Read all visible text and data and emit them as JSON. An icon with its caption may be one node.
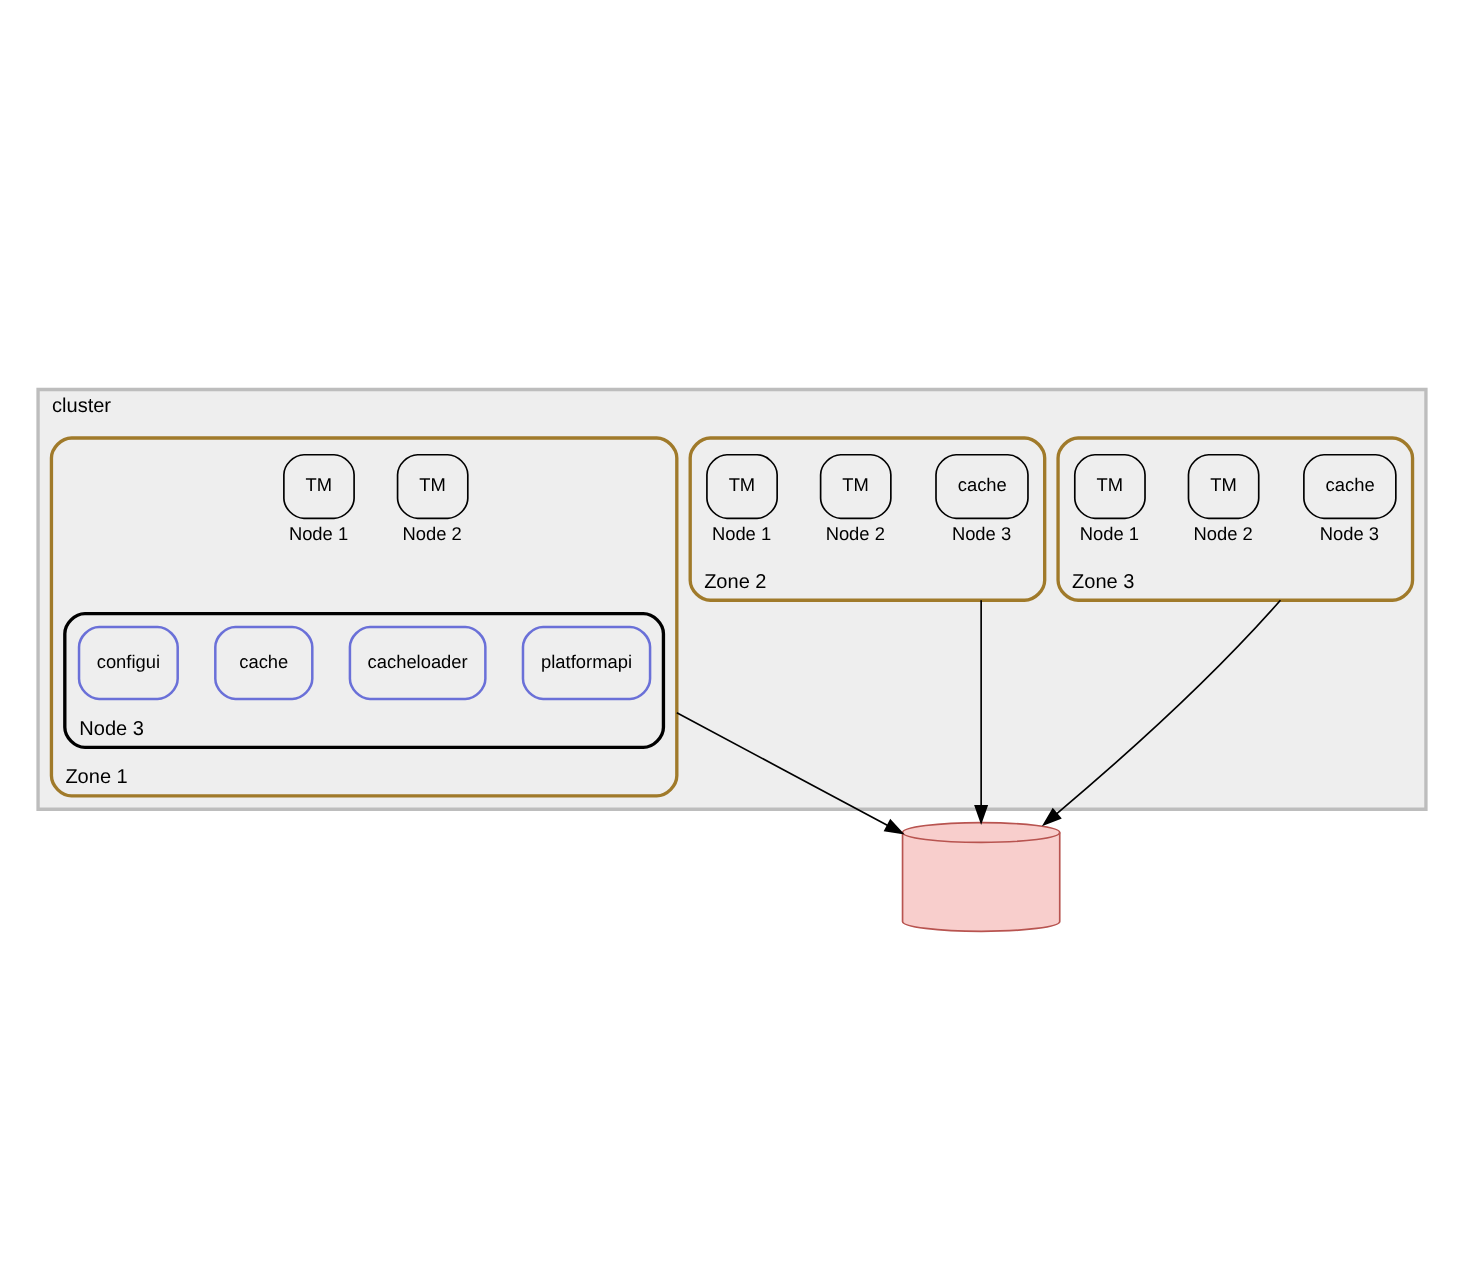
{
  "diagram": {
    "nodes": [
      {
        "text": [
          "cluster"
        ]
      },
      {
        "text": [
          "Zone 1"
        ],
        "in": 0
      },
      {
        "text": [
          "TM"
        ],
        "in": 1,
        "beside": [
          "Node 1"
        ]
      },
      {
        "text": [
          "TM"
        ],
        "in": 1,
        "beside": [
          "Node 2"
        ]
      },
      {
        "text": [
          "Node 3"
        ],
        "in": 1
      },
      {
        "text": [
          "configui"
        ],
        "in": 4
      },
      {
        "text": [
          "cache"
        ],
        "in": 4
      },
      {
        "text": [
          "cacheloader"
        ],
        "in": 4
      },
      {
        "text": [
          "platformapi"
        ],
        "in": 4
      },
      {
        "text": [
          "Zone 2"
        ],
        "in": 0
      },
      {
        "text": [
          "TM"
        ],
        "in": 9,
        "beside": [
          "Node 1"
        ]
      },
      {
        "text": [
          "TM"
        ],
        "in": 9,
        "beside": [
          "Node 2"
        ]
      },
      {
        "text": [
          "cache"
        ],
        "in": 9,
        "beside": [
          "Node 3"
        ]
      },
      {
        "text": [
          "Zone 3"
        ],
        "in": 0
      },
      {
        "text": [
          "TM"
        ],
        "in": 13,
        "beside": [
          "Node 1"
        ]
      },
      {
        "text": [
          "TM"
        ],
        "in": 13,
        "beside": [
          "Node 2"
        ]
      },
      {
        "text": [
          "cache"
        ],
        "in": 13,
        "beside": [
          "Node 3"
        ]
      },
      {
        "text": [],
        "shape": "cylinder"
      }
    ],
    "edges": [
      {
        "from": 1,
        "to": 17,
        "arrow": "to"
      },
      {
        "from": 9,
        "to": 17,
        "arrow": "to"
      },
      {
        "from": 13,
        "to": 17,
        "arrow": "to"
      }
    ]
  }
}
